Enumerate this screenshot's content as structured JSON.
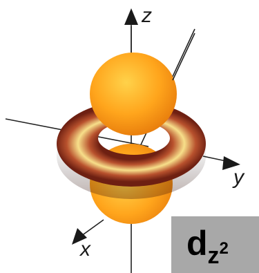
{
  "axes": {
    "z_label": "z",
    "y_label": "y",
    "x_label": "x"
  },
  "orbital": {
    "label_main": "d",
    "label_sub": "z",
    "label_sup": "2"
  },
  "colors": {
    "lobe_light": "#ffd24a",
    "lobe_mid": "#ffa51c",
    "lobe_dark": "#e5780a",
    "torus_light": "#f7df8a",
    "torus_mid": "#b8512d",
    "torus_dark": "#6e2012",
    "label_box": "#a8a8a8"
  },
  "icons": {
    "axis_arrow": "arrowhead-icon"
  }
}
